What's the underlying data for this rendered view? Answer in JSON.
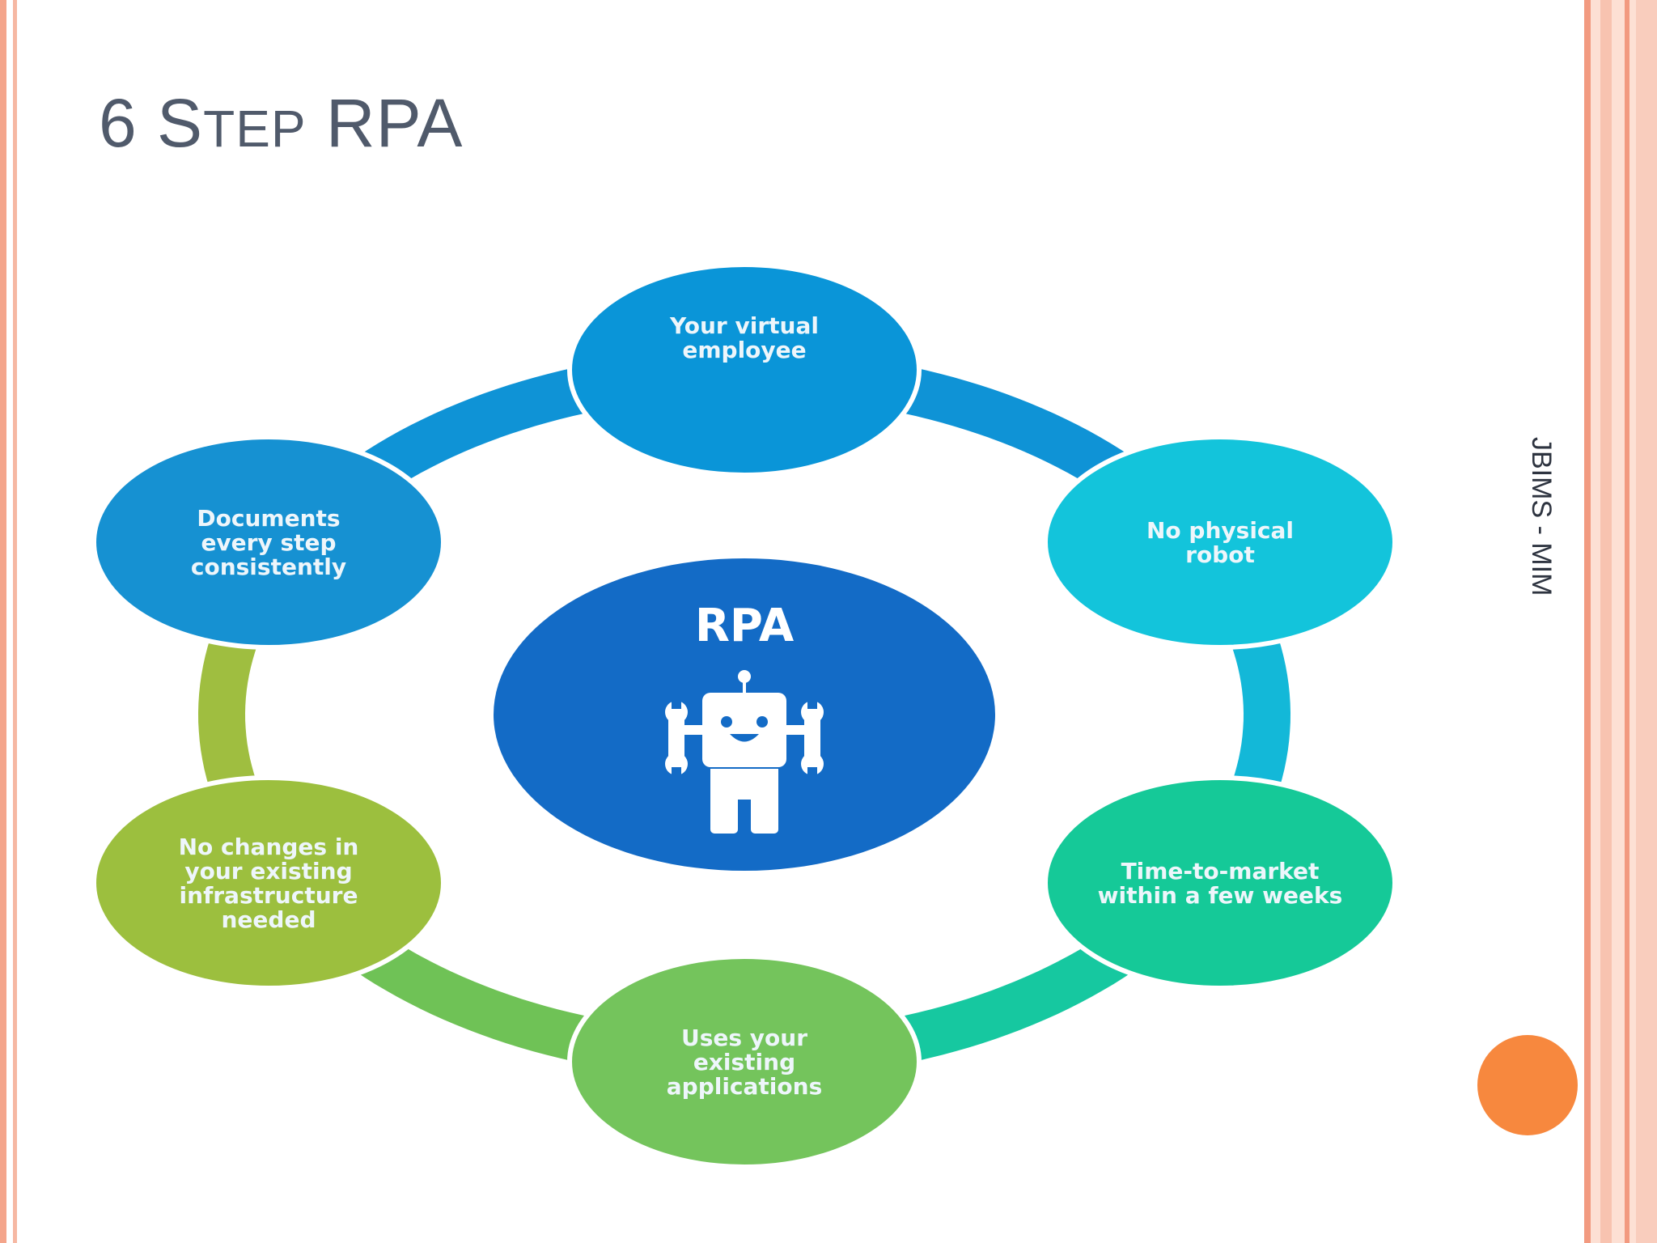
{
  "slide": {
    "title_first": "6 S",
    "title_smallcaps": "TEP",
    "title_last": " RPA",
    "side_label": "JBIMS - MIM"
  },
  "diagram": {
    "center": {
      "label": "RPA",
      "icon": "robot-icon",
      "color": "#136bc6"
    },
    "ring_colors": [
      "#0f93d6",
      "#13b8d8",
      "#16c8a0",
      "#6fc256",
      "#9fbe40"
    ],
    "nodes": [
      {
        "lines": [
          "Your virtual",
          "employee"
        ],
        "color": "#0a95d8"
      },
      {
        "lines": [
          "No physical",
          "robot"
        ],
        "color": "#13c4db"
      },
      {
        "lines": [
          "Time-to-market",
          "within a few weeks"
        ],
        "color": "#15c998"
      },
      {
        "lines": [
          "Uses your",
          "existing",
          "applications"
        ],
        "color": "#74c45c"
      },
      {
        "lines": [
          "No changes in",
          "your existing",
          "infrastructure",
          "needed"
        ],
        "color": "#9cbf3e"
      },
      {
        "lines": [
          "Documents",
          "every step",
          "consistently"
        ],
        "color": "#1691d2"
      }
    ]
  },
  "decor": {
    "accent": "#f7883e",
    "border": "#f4a58b"
  }
}
